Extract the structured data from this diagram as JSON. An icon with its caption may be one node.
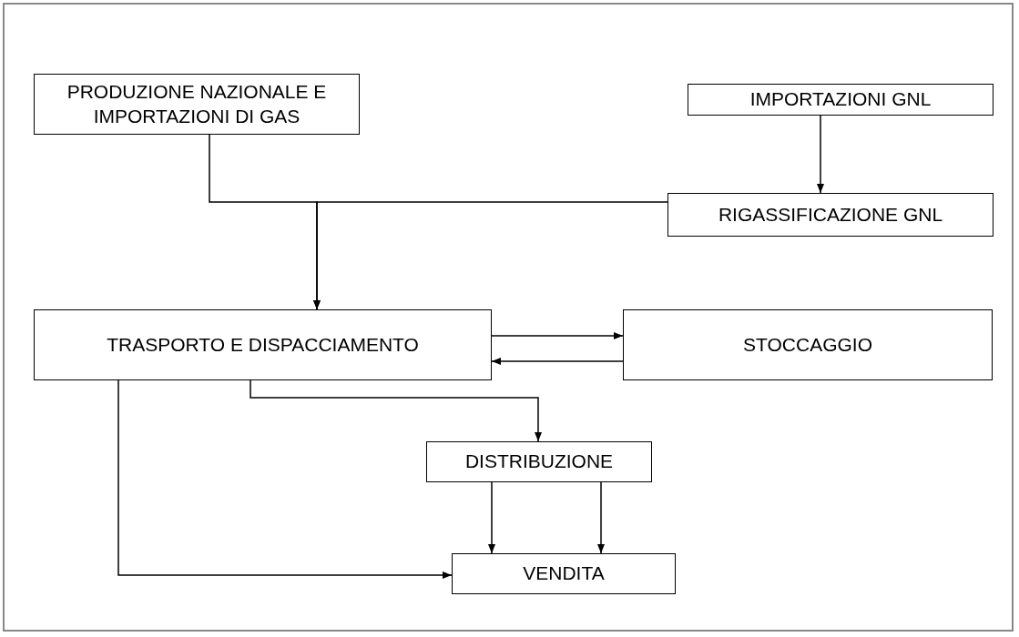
{
  "diagram": {
    "nodes": [
      {
        "text": [
          "PRODUZIONE NAZIONALE E IMPORTAZIONI DI GAS"
        ]
      },
      {
        "text": [
          "IMPORTAZIONI GNL"
        ]
      },
      {
        "text": [
          "RIGASSIFICAZIONE GNL"
        ]
      },
      {
        "text": [
          "TRASPORTO E DISPACCIAMENTO"
        ]
      },
      {
        "text": [
          "STOCCAGGIO"
        ]
      },
      {
        "text": [
          "DISTRIBUZIONE"
        ]
      },
      {
        "text": [
          "VENDITA"
        ]
      }
    ],
    "edges": [
      {
        "from": 1,
        "to": 2,
        "arrow": "to"
      },
      {
        "from": 0,
        "to": 3,
        "arrow": "to"
      },
      {
        "from": 2,
        "to": 3,
        "arrow": "to"
      },
      {
        "from": 3,
        "to": 4,
        "arrow": "to"
      },
      {
        "from": 4,
        "to": 3,
        "arrow": "to"
      },
      {
        "from": 3,
        "to": 5,
        "arrow": "to"
      },
      {
        "from": 3,
        "to": 6,
        "arrow": "to"
      },
      {
        "from": 5,
        "to": 6,
        "arrow": "to"
      },
      {
        "from": 5,
        "to": 6,
        "arrow": "to"
      }
    ]
  }
}
